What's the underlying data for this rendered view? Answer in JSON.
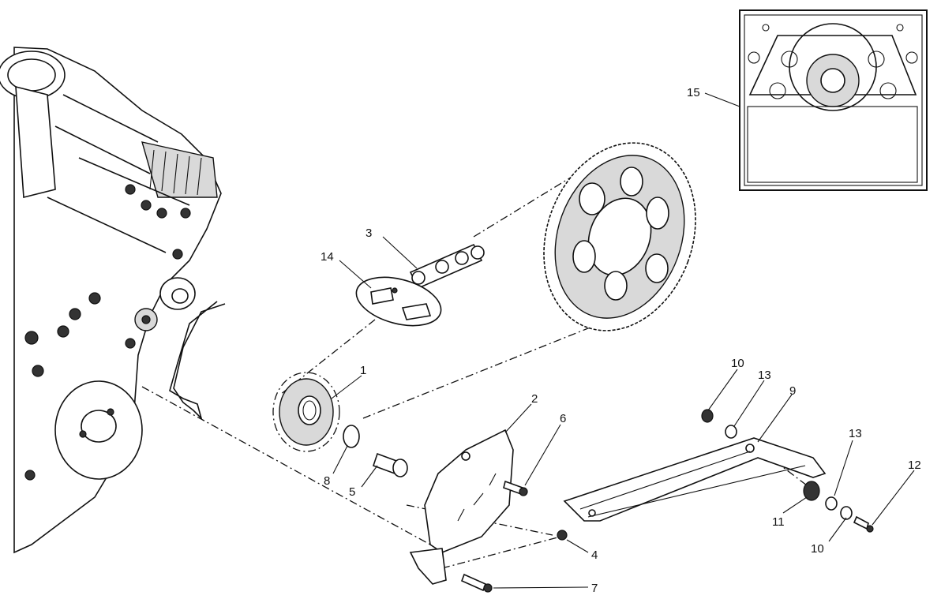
{
  "callouts": [
    {
      "id": "1",
      "text": "1"
    },
    {
      "id": "2",
      "text": "2"
    },
    {
      "id": "3",
      "text": "3"
    },
    {
      "id": "4",
      "text": "4"
    },
    {
      "id": "5",
      "text": "5"
    },
    {
      "id": "6",
      "text": "6"
    },
    {
      "id": "7",
      "text": "7"
    },
    {
      "id": "8",
      "text": "8"
    },
    {
      "id": "9",
      "text": "9"
    },
    {
      "id": "10a",
      "text": "10"
    },
    {
      "id": "10b",
      "text": "10"
    },
    {
      "id": "11",
      "text": "11"
    },
    {
      "id": "12",
      "text": "12"
    },
    {
      "id": "13a",
      "text": "13"
    },
    {
      "id": "13b",
      "text": "13"
    },
    {
      "id": "14",
      "text": "14"
    },
    {
      "id": "15",
      "text": "15"
    }
  ]
}
